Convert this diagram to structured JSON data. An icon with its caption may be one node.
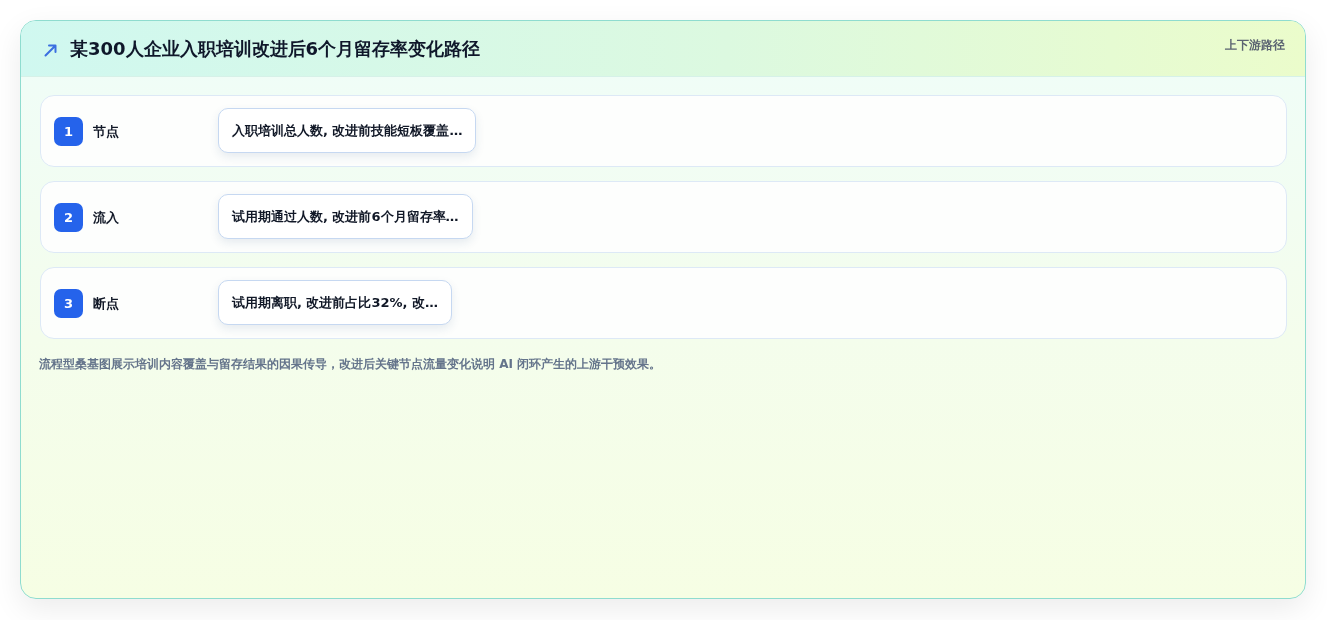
{
  "diagram": {
    "title": "某300人企业入职培训改进后6个月留存率变化路径",
    "caption": "流程型桑基图展示培训内容覆盖与留存结果的因果传导，改进后关键节点流量变化说明 AI 闭环产生的上游干预效果。",
    "nodes": [
      {
        "text": [
          "节点"
        ]
      },
      {
        "text": [
          "1"
        ],
        "in": 0
      },
      {
        "text": [
          "入职培训总人数, 改进前技能短板覆盖…"
        ],
        "in": 0
      },
      {
        "text": [
          "流入"
        ]
      },
      {
        "text": [
          "2"
        ],
        "in": 3
      },
      {
        "text": [
          "试用期通过人数, 改进前6个月留存率…"
        ],
        "in": 3
      },
      {
        "text": [
          "断点"
        ]
      },
      {
        "text": [
          "3"
        ],
        "in": 6
      },
      {
        "text": [
          "试用期离职, 改进前占比32%, 改…"
        ],
        "in": 6
      }
    ],
    "labels": [
      "上下游路径"
    ]
  }
}
